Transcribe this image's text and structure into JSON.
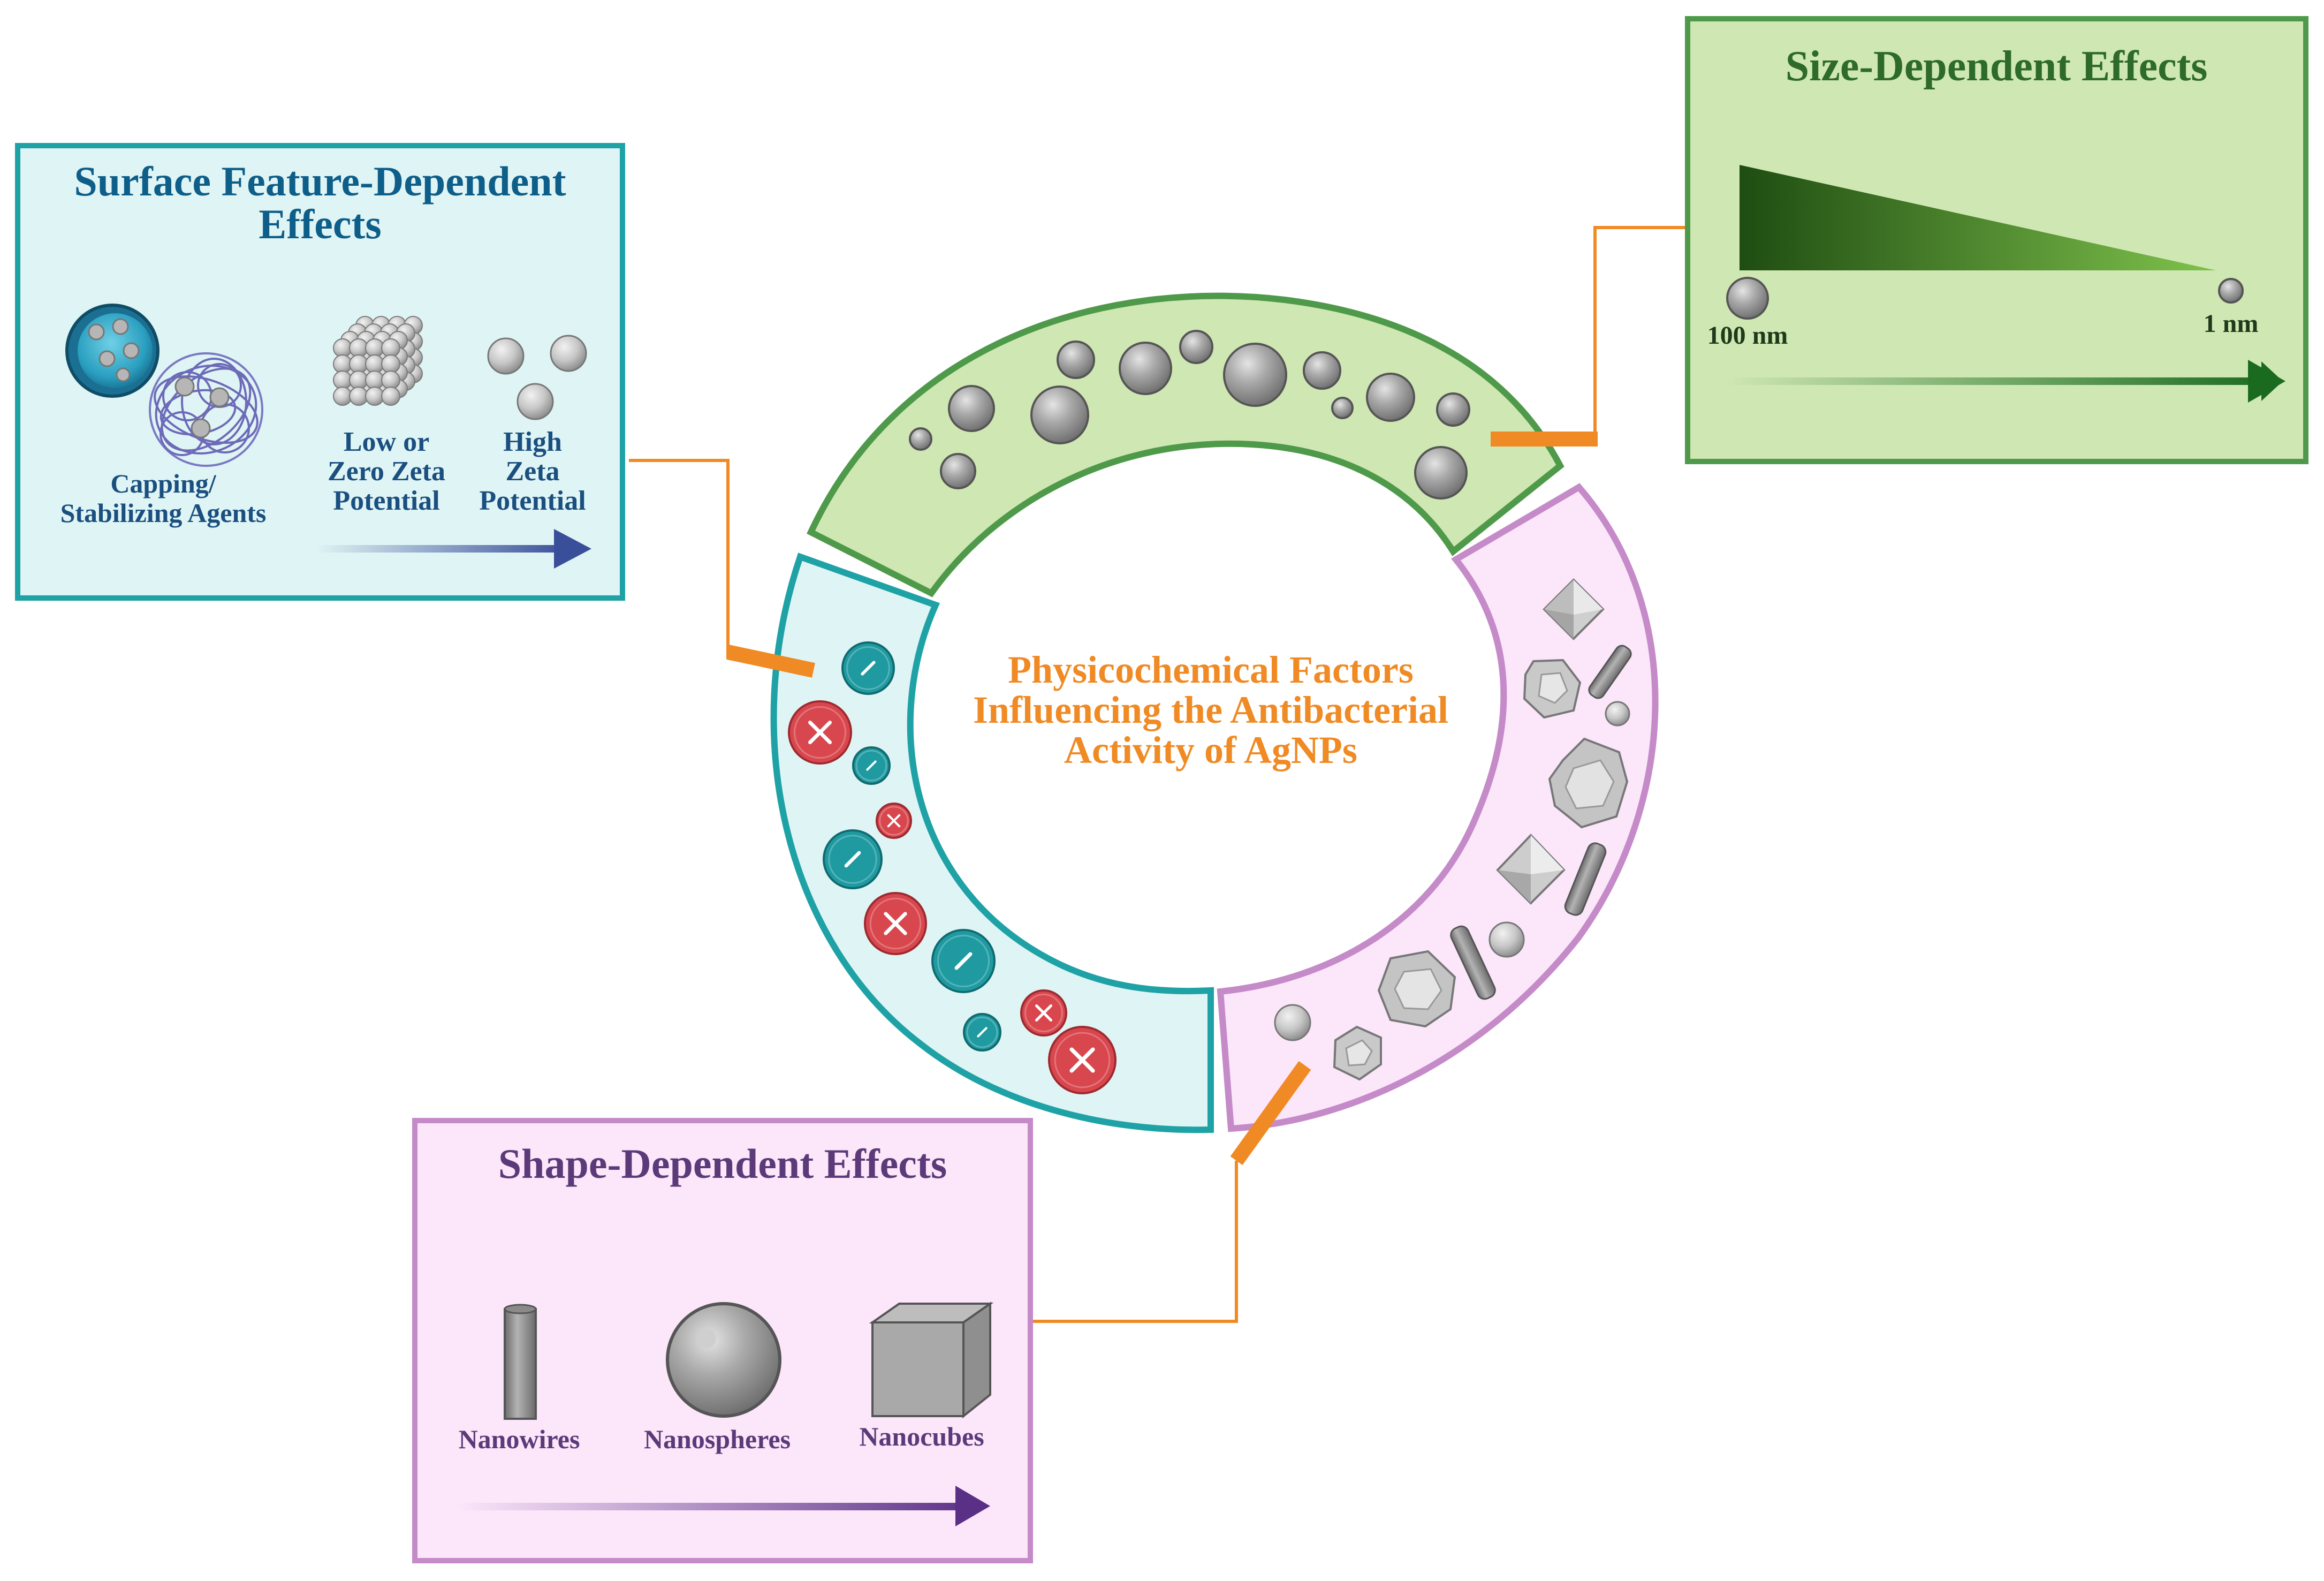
{
  "center": {
    "title_lines": [
      "Physicochemical Factors",
      "Influencing the Antibacterial",
      "Activity of AgNPs"
    ],
    "color": "#F08A24"
  },
  "surface_panel": {
    "title_lines": [
      "Surface Feature-Dependent",
      "Effects"
    ],
    "capping_label_lines": [
      "Capping/",
      "Stabilizing Agents"
    ],
    "low_zeta_label_lines": [
      "Low or",
      "Zero Zeta",
      "Potential"
    ],
    "high_zeta_label_lines": [
      "High",
      "Zeta",
      "Potential"
    ],
    "title_color": "#0E5E8A",
    "label_color": "#1A4F80",
    "border_color": "#1FA2A6",
    "fill_color": "#DFF4F4"
  },
  "size_panel": {
    "title": "Size-Dependent Effects",
    "label_large": "100 nm",
    "label_small": "1 nm",
    "title_color": "#2E6B2A",
    "border_color": "#4F9A4A",
    "fill_color": "#CFE7B3"
  },
  "shape_panel": {
    "title": "Shape-Dependent Effects",
    "labels": [
      "Nanowires",
      "Nanospheres",
      "Nanocubes"
    ],
    "title_color": "#5C3A7A",
    "border_color": "#C58AC8",
    "fill_color": "#FBE6FA"
  },
  "ring": {
    "size_segment_color": "#CFE7B3",
    "surface_segment_color": "#DFF4F4",
    "shape_segment_color": "#FBE6FA",
    "charge_negative_color": "#1E9AA0",
    "charge_positive_color": "#D9474E"
  },
  "connector_color": "#F08A24"
}
